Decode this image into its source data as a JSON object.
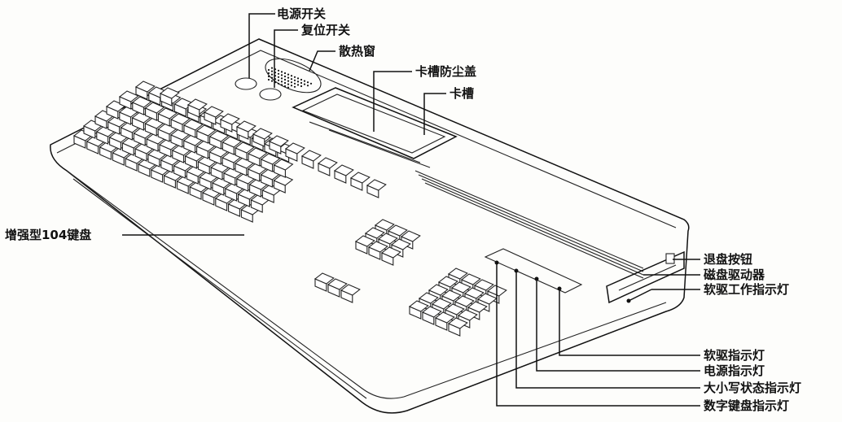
{
  "labels": {
    "power_switch": "电源开关",
    "reset_switch": "复位开关",
    "heat_vent": "散热窗",
    "card_slot_cover": "卡槽防尘盖",
    "card_slot": "卡槽",
    "keyboard": "增强型104键盘",
    "eject_button": "退盘按钮",
    "floppy_drive": "磁盘驱动器",
    "floppy_activity_led": "软驱工作指示灯",
    "floppy_led": "软驱指示灯",
    "power_led": "电源指示灯",
    "caps_led": "大小写状态指示灯",
    "numlock_led": "数字键盘指示灯"
  }
}
